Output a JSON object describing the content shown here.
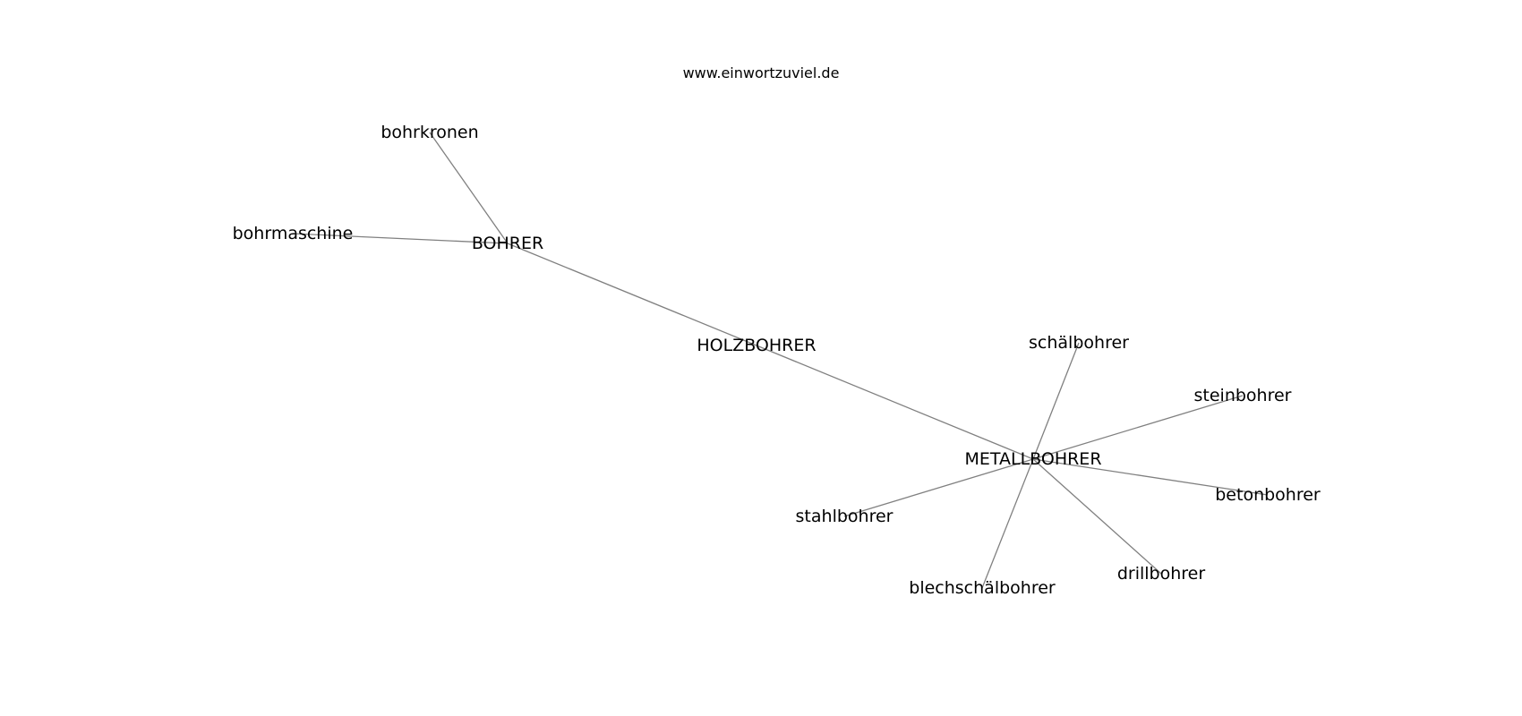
{
  "site": "www.einwortzuviel.de",
  "nodes": [
    {
      "id": "bohrkronen",
      "label": "bohrkronen"
    },
    {
      "id": "bohrmaschine",
      "label": "bohrmaschine"
    },
    {
      "id": "BOHRER",
      "label": "BOHRER"
    },
    {
      "id": "HOLZBOHRER",
      "label": "HOLZBOHRER"
    },
    {
      "id": "METALLBOHRER",
      "label": "METALLBOHRER"
    },
    {
      "id": "schälbohrer",
      "label": "schälbohrer"
    },
    {
      "id": "steinbohrer",
      "label": "steinbohrer"
    },
    {
      "id": "betonbohrer",
      "label": "betonbohrer"
    },
    {
      "id": "stahlbohrer",
      "label": "stahlbohrer"
    },
    {
      "id": "drillbohrer",
      "label": "drillbohrer"
    },
    {
      "id": "blechschälbohrer",
      "label": "blechschälbohrer"
    }
  ],
  "edges": [
    [
      "bohrkronen",
      "BOHRER"
    ],
    [
      "bohrmaschine",
      "BOHRER"
    ],
    [
      "BOHRER",
      "HOLZBOHRER"
    ],
    [
      "HOLZBOHRER",
      "METALLBOHRER"
    ],
    [
      "METALLBOHRER",
      "schälbohrer"
    ],
    [
      "METALLBOHRER",
      "steinbohrer"
    ],
    [
      "METALLBOHRER",
      "betonbohrer"
    ],
    [
      "METALLBOHRER",
      "stahlbohrer"
    ],
    [
      "METALLBOHRER",
      "drillbohrer"
    ],
    [
      "METALLBOHRER",
      "blechschälbohrer"
    ]
  ],
  "colors": {
    "edge": "#808080",
    "text": "#000000",
    "background": "#ffffff"
  }
}
